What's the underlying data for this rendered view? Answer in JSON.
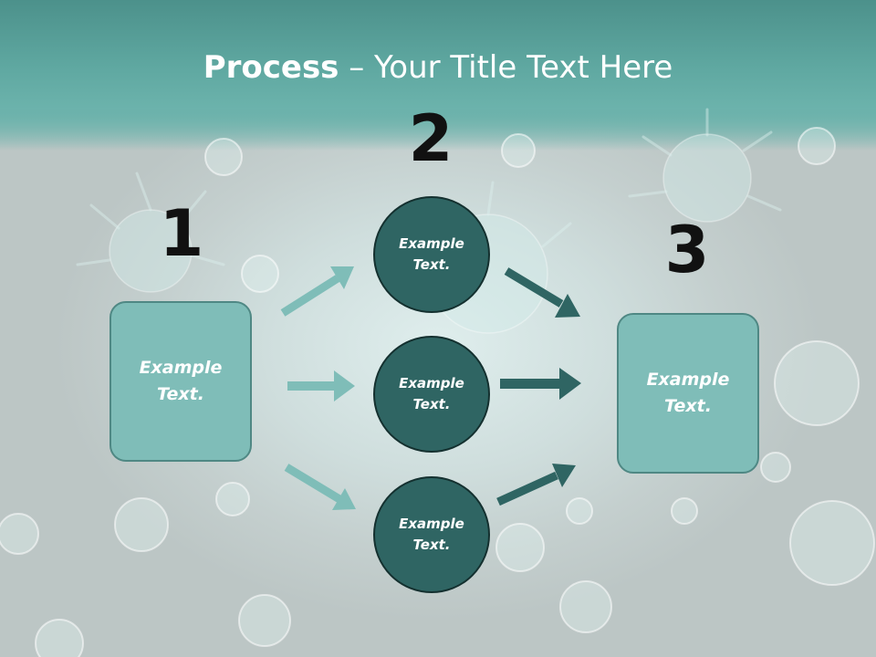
{
  "slide": {
    "title_bold": "Process",
    "title_rest": " – Your Title Text Here"
  },
  "steps": [
    {
      "number": "1",
      "line1": "Example",
      "line2": "Text."
    },
    {
      "number": "2"
    },
    {
      "number": "3",
      "line1": "Example",
      "line2": "Text."
    }
  ],
  "circles": [
    {
      "line1": "Example",
      "line2": "Text."
    },
    {
      "line1": "Example",
      "line2": "Text."
    },
    {
      "line1": "Example",
      "line2": "Text."
    }
  ],
  "colors": {
    "accent_light": "#7fbdb8",
    "accent_dark": "#2f6563",
    "arrow_light": "#7fbdb8",
    "arrow_dark": "#2f6563"
  }
}
